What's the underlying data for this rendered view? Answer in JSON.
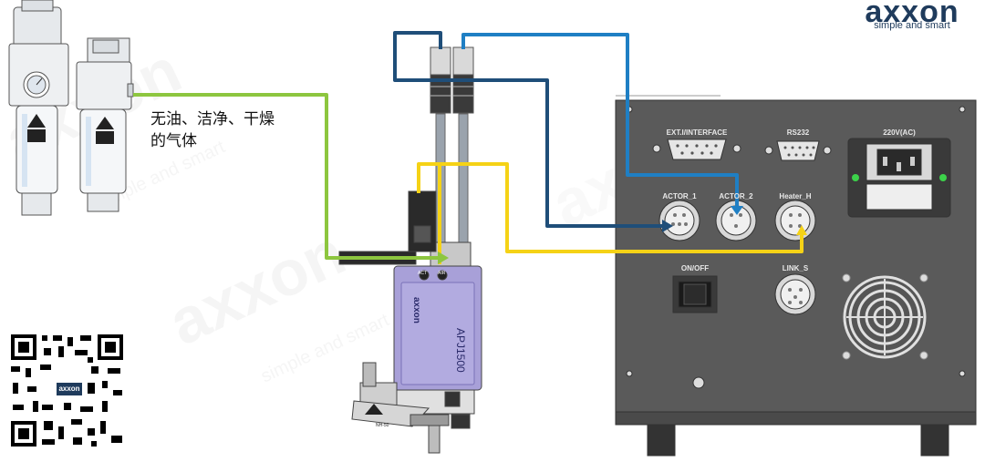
{
  "brand": {
    "name": "axxon",
    "tagline": "simple and smart",
    "color": "#1f3b5c"
  },
  "air_supply": {
    "label_line1": "无油、洁净、干燥",
    "label_line2": "的气体"
  },
  "controller": {
    "ports": {
      "ext_interface": "EXT.I/INTERFACE",
      "rs232": "RS232",
      "power": "220V(AC)",
      "actor_1": "ACTOR_1",
      "actor_2": "ACTOR_2",
      "heater": "Heater_H",
      "on_off": "ON/OFF",
      "link": "LINK_S"
    }
  },
  "jet_head": {
    "model": "APJ1500",
    "logo": "axxon",
    "nozzle_label": "NH-50",
    "port_label_1": "ACT",
    "port_label_2": "AIR"
  },
  "colors": {
    "air_line": "#8dc63f",
    "heater_line": "#f5d216",
    "actor_line_dark": "#1f4e79",
    "actor_line_light": "#1f7fc4",
    "panel": "#5a5a5a",
    "jet_body": "#a8a0d8"
  }
}
